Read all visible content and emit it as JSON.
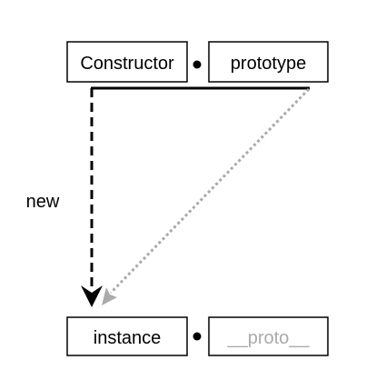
{
  "nodes": {
    "constructor": {
      "label": "Constructor"
    },
    "prototype": {
      "label": "prototype"
    },
    "instance": {
      "label": "instance"
    },
    "proto": {
      "label": "__proto__"
    }
  },
  "edges": {
    "new_label": "new"
  },
  "colors": {
    "stroke": "#000000",
    "node_fill": "#ffffff",
    "dotted_arrow": "#aaaaaa",
    "proto_text": "#aaaaaa"
  }
}
